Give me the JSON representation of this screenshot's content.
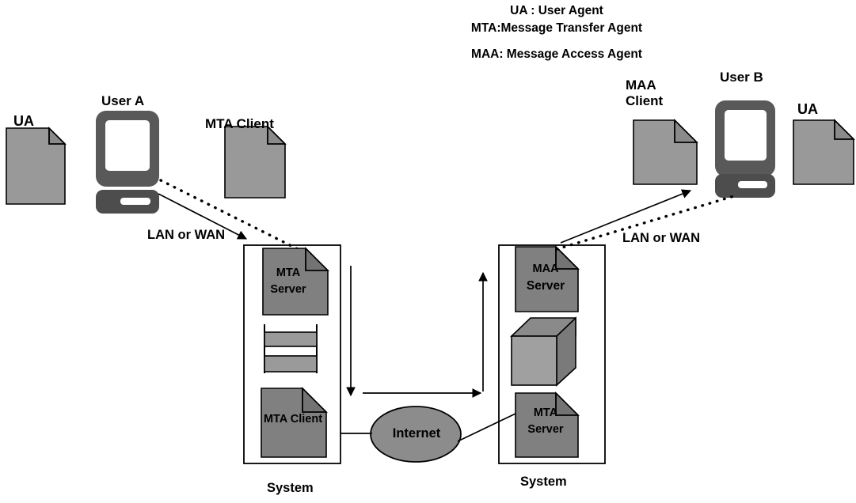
{
  "diagram": {
    "title": "Email architecture: UA, MTA and MAA across LAN/WAN and Internet",
    "colors": {
      "doc_light": "#999999",
      "doc_dark": "#808080",
      "doc_fold": "#8a8a8a",
      "computer_body": "#595959",
      "computer_screen": "#ffffff",
      "cube_front": "#a0a0a0",
      "cube_top": "#8a8a8a",
      "cube_side": "#7a7a7a",
      "queue_bar": "#9a9a9a",
      "internet_fill": "#8c8c8c",
      "outline": "#000000",
      "background": "#ffffff"
    }
  },
  "legend": {
    "line1": "UA : User Agent",
    "line2": "MTA:Message Transfer Agent",
    "line3": "MAA: Message Access Agent"
  },
  "left_side": {
    "ua_label": "UA",
    "user_label": "User A",
    "mta_client_label": "MTA Client",
    "network_label": "LAN or WAN",
    "system_label": "System",
    "system_items": [
      {
        "name": "mta-server",
        "line1": "MTA",
        "line2": "Server"
      },
      {
        "name": "mail-queue",
        "line1": "",
        "line2": ""
      },
      {
        "name": "mta-client",
        "line1": "MTA Client",
        "line2": ""
      }
    ]
  },
  "right_side": {
    "maa_client_label": "MAA\nClient",
    "user_label": "User B",
    "ua_label": "UA",
    "network_label": "LAN or WAN",
    "system_label": "System",
    "system_items": [
      {
        "name": "maa-server",
        "line1": "MAA",
        "line2": "Server"
      },
      {
        "name": "mailbox-cube",
        "line1": "",
        "line2": ""
      },
      {
        "name": "mta-server",
        "line1": "MTA",
        "line2": "Server"
      }
    ]
  },
  "center": {
    "internet_label": "Internet"
  }
}
